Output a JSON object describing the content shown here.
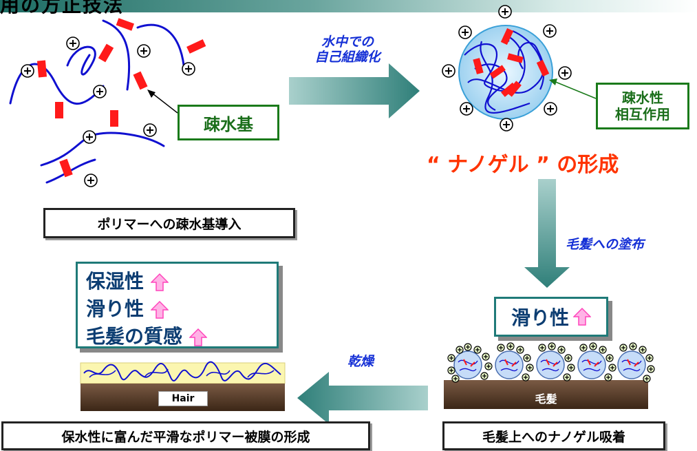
{
  "header": {
    "title": "用の方正技法"
  },
  "step1": {
    "hydrophobic_label": "疎水基",
    "caption": "ポリマーへの疎水基導入"
  },
  "arrow1": {
    "label_line1": "水中での",
    "label_line2": "自己組織化"
  },
  "step2": {
    "interaction_line1": "疎水性",
    "interaction_line2": "相互作用",
    "nanogel_caption": "“ ナノゲル ” の形成"
  },
  "arrow2": {
    "label": "毛髪への塗布"
  },
  "step3": {
    "slip_label": "滑り性",
    "hair_label": "毛髪",
    "caption": "毛髪上へのナノゲル吸着"
  },
  "arrow3": {
    "label": "乾燥"
  },
  "step4": {
    "properties": [
      "保湿性",
      "滑り性",
      "毛髪の質感"
    ],
    "hair_label": "Hair",
    "caption": "保水性に富んだ平滑なポリマー被膜の形成"
  },
  "colors": {
    "polymer": "#1010d0",
    "hydrophobe": "#ff1a1a",
    "green_border": "#1a7a1a",
    "arrow": "#3f8f8a",
    "nanogel_text": "#ff3300",
    "hair": "#5a3a26",
    "film": "#fbf6b0",
    "pink_arrow": "#ff66cc"
  }
}
